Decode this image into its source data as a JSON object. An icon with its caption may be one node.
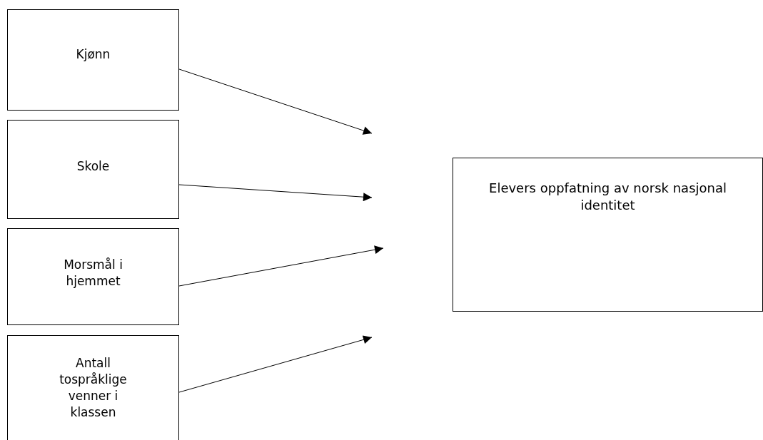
{
  "diagram": {
    "nodes": [
      {
        "text": [
          "Kjønn"
        ]
      },
      {
        "text": [
          "Skole"
        ]
      },
      {
        "text": [
          "Morsmål i hjemmet"
        ]
      },
      {
        "text": [
          "Antall tospråklige venner i klassen"
        ]
      },
      {
        "text": [
          "Elevers oppfatning av norsk nasjonal identitet"
        ]
      }
    ],
    "edges": [
      {
        "from": 0,
        "to": null,
        "arrow": "to"
      },
      {
        "from": 1,
        "to": null,
        "arrow": "to"
      },
      {
        "from": 2,
        "to": null,
        "arrow": "to"
      },
      {
        "from": 3,
        "to": null,
        "arrow": "to"
      }
    ]
  }
}
